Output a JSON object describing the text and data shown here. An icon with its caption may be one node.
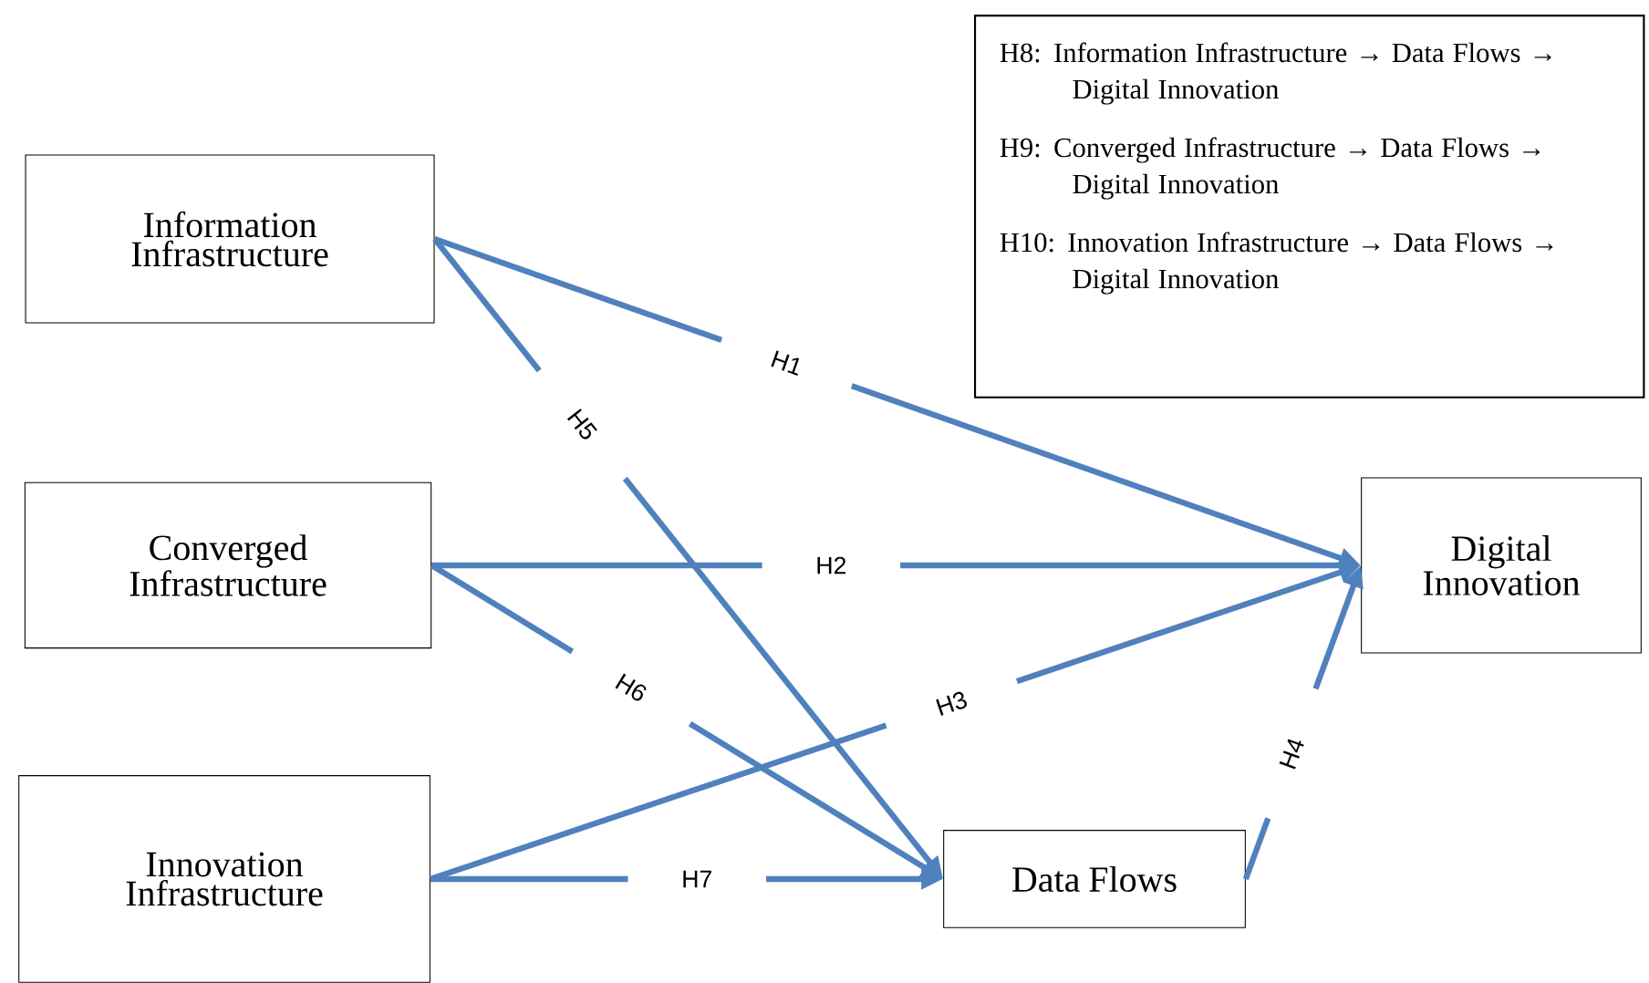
{
  "diagram": {
    "nodes": [
      {
        "text": [
          "Information Infrastructure"
        ]
      },
      {
        "text": [
          "Converged Infrastructure"
        ]
      },
      {
        "text": [
          "Innovation Infrastructure"
        ]
      },
      {
        "text": [
          "Data Flows"
        ]
      },
      {
        "text": [
          "Digital Innovation"
        ]
      },
      {
        "text": [
          "H8: Information Infrastructure → Data Flows → Digital Innovation",
          "H9: Converged Infrastructure → Data Flows → Digital Innovation",
          "H10: Innovation Infrastructure → Data Flows → Digital Innovation"
        ]
      }
    ],
    "edges": [
      {
        "from": 0,
        "to": 4,
        "arrow": "to",
        "label": "H1"
      },
      {
        "from": 1,
        "to": 4,
        "arrow": "to",
        "label": "H2"
      },
      {
        "from": 2,
        "to": 4,
        "arrow": "to",
        "label": "H3"
      },
      {
        "from": 3,
        "to": 4,
        "arrow": "to",
        "label": "H4"
      },
      {
        "from": 0,
        "to": 3,
        "arrow": "to",
        "label": "H5"
      },
      {
        "from": 1,
        "to": 3,
        "arrow": "to",
        "label": "H6"
      },
      {
        "from": 2,
        "to": 3,
        "arrow": "to",
        "label": "H7"
      }
    ]
  }
}
